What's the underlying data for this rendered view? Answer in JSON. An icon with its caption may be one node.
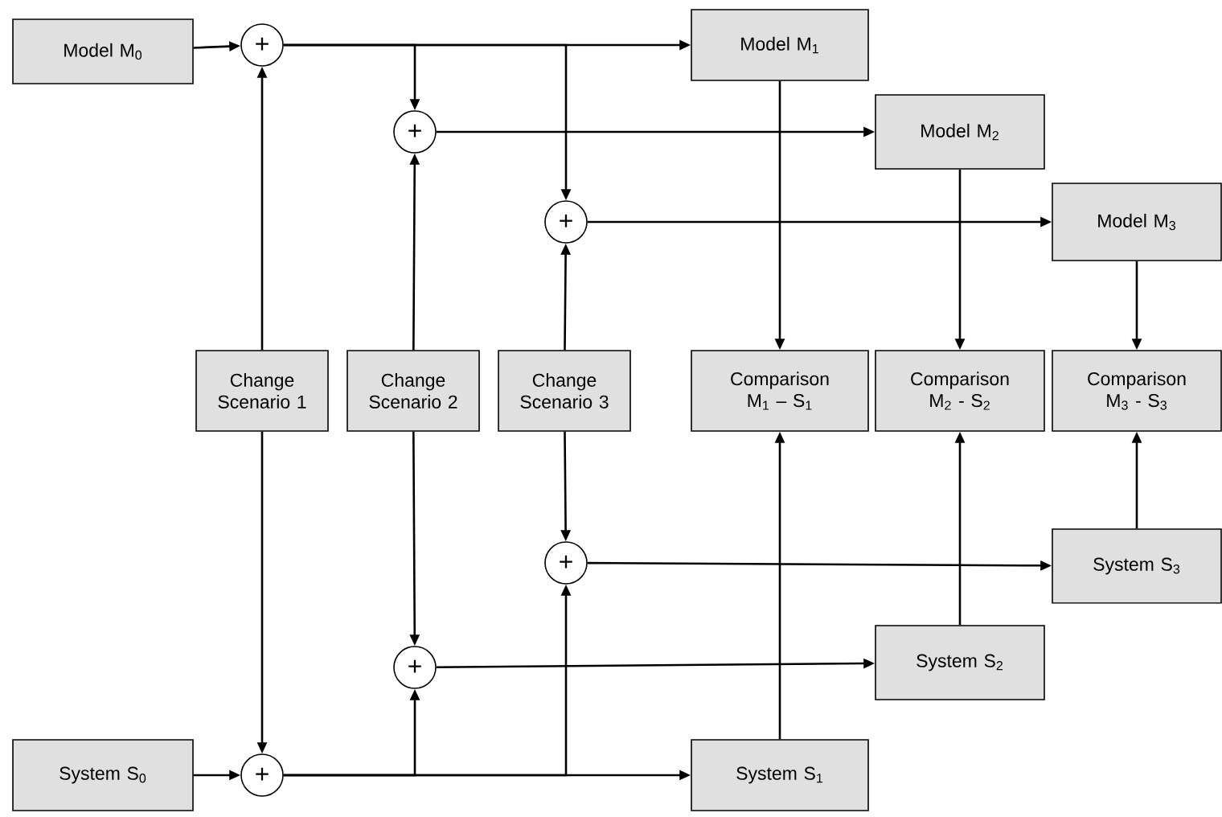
{
  "diagram": {
    "nodes": [
      {
        "text": [
          "Model M$_{0}$"
        ]
      },
      {
        "text": [
          "+"
        ]
      },
      {
        "text": [
          "Model M$_{1}$"
        ]
      },
      {
        "text": [
          "+"
        ]
      },
      {
        "text": [
          "Model M$_{2}$"
        ]
      },
      {
        "text": [
          "+"
        ]
      },
      {
        "text": [
          "Model M$_{3}$"
        ]
      },
      {
        "text": [
          "Change Scenario 1"
        ]
      },
      {
        "text": [
          "Change Scenario 2"
        ]
      },
      {
        "text": [
          "Change Scenario 3"
        ]
      },
      {
        "text": [
          "Comparison M$_{1}$ – S$_{1}$"
        ]
      },
      {
        "text": [
          "Comparison M$_{2}$ - S$_{2}$"
        ]
      },
      {
        "text": [
          "Comparison M$_{3}$ - S$_{3}$"
        ]
      },
      {
        "text": [
          "+"
        ]
      },
      {
        "text": [
          "System S$_{3}$"
        ]
      },
      {
        "text": [
          "+"
        ]
      },
      {
        "text": [
          "System S$_{2}$"
        ]
      },
      {
        "text": [
          "System S$_{0}$"
        ]
      },
      {
        "text": [
          "+"
        ]
      },
      {
        "text": [
          "System S$_{1}$"
        ]
      }
    ],
    "edges": [
      {
        "from": 0,
        "to": 1,
        "arrow": "to"
      },
      {
        "from": 1,
        "to": 2,
        "arrow": "to"
      },
      {
        "from": 1,
        "to": 3,
        "arrow": "to"
      },
      {
        "from": 1,
        "to": 5,
        "arrow": "to"
      },
      {
        "from": 3,
        "to": 4,
        "arrow": "to"
      },
      {
        "from": 5,
        "to": 6,
        "arrow": "to"
      },
      {
        "from": 7,
        "to": 1,
        "arrow": "to"
      },
      {
        "from": 7,
        "to": 18,
        "arrow": "to"
      },
      {
        "from": 8,
        "to": 3,
        "arrow": "to"
      },
      {
        "from": 8,
        "to": 15,
        "arrow": "to"
      },
      {
        "from": 9,
        "to": 5,
        "arrow": "to"
      },
      {
        "from": 9,
        "to": 13,
        "arrow": "to"
      },
      {
        "from": 2,
        "to": 10,
        "arrow": "to"
      },
      {
        "from": 4,
        "to": 11,
        "arrow": "to"
      },
      {
        "from": 6,
        "to": 12,
        "arrow": "to"
      },
      {
        "from": 17,
        "to": 18,
        "arrow": "to"
      },
      {
        "from": 18,
        "to": 19,
        "arrow": "to"
      },
      {
        "from": 18,
        "to": 15,
        "arrow": "to"
      },
      {
        "from": 18,
        "to": 13,
        "arrow": "to"
      },
      {
        "from": 15,
        "to": 16,
        "arrow": "to"
      },
      {
        "from": 13,
        "to": 14,
        "arrow": "to"
      },
      {
        "from": 19,
        "to": 10,
        "arrow": "to"
      },
      {
        "from": 16,
        "to": 11,
        "arrow": "to"
      },
      {
        "from": 14,
        "to": 12,
        "arrow": "to"
      }
    ]
  }
}
